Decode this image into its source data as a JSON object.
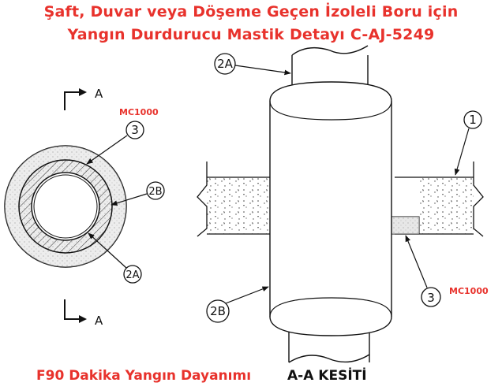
{
  "title": {
    "line1": "Şaft, Duvar veya Döşeme Geçen İzoleli Boru için",
    "line2": "Yangın Durdurucu Mastik Detayı C-AJ-5249"
  },
  "footer": {
    "rating": "F90 Dakika Yangın Dayanımı",
    "section": "A-A KESİTİ"
  },
  "labels": {
    "section_top": "A",
    "section_bottom": "A",
    "callout_3": "3",
    "callout_2b": "2B",
    "callout_2a": "2A",
    "callout_1": "1",
    "callout_3_right": "3",
    "callout_2a_top": "2A",
    "callout_2b_bottom": "2B",
    "material_left": "MC1000",
    "material_right": "MC1000"
  }
}
